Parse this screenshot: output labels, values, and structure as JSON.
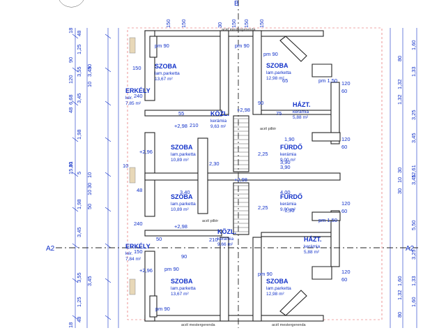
{
  "section_labels": {
    "left": "A2",
    "right": "A2",
    "top": "B"
  },
  "beams": {
    "top": "acél mestergerenda",
    "bottom": "acél mestergerenda",
    "pillar": "acél pillér"
  },
  "rooms": [
    {
      "id": "szoba-tl",
      "name": "SZOBA",
      "floor": "lam.parketta",
      "area": "13,67 m²"
    },
    {
      "id": "szoba-tr",
      "name": "SZOBA",
      "floor": "lam.parketta",
      "area": "12,98 m²"
    },
    {
      "id": "erkely-t",
      "name": "ERKÉLY",
      "floor": "kér.",
      "area": "7,85 m²"
    },
    {
      "id": "kozl-t",
      "name": "KÖZL.",
      "floor": "kerámia",
      "area": "9,63 m²"
    },
    {
      "id": "haztart-t",
      "name": "HÁZT.",
      "floor": "kerámia",
      "area": "5,88 m²"
    },
    {
      "id": "szoba-ml",
      "name": "SZOBA",
      "floor": "lam.parketta",
      "area": "10,89 m²"
    },
    {
      "id": "furdo-t",
      "name": "FÜRDŐ",
      "floor": "kerámia",
      "area": "9,00 m²"
    },
    {
      "id": "szoba-ml2",
      "name": "SZOBA",
      "floor": "lam.parketta",
      "area": "10,89 m²"
    },
    {
      "id": "furdo-b",
      "name": "FÜRDŐ",
      "floor": "kerámia",
      "area": "9,00 m²"
    },
    {
      "id": "kozl-b",
      "name": "KÖZL.",
      "floor": "kerámia",
      "area": "9,66 m²"
    },
    {
      "id": "haztart-b",
      "name": "HÁZT.",
      "floor": "kerámia",
      "area": "5,88 m²"
    },
    {
      "id": "erkely-b",
      "name": "ERKÉLY",
      "floor": "kér.",
      "area": "7,84 m²"
    },
    {
      "id": "szoba-bl",
      "name": "SZOBA",
      "floor": "lam.parketta",
      "area": "13,67 m²"
    },
    {
      "id": "szoba-br",
      "name": "SZOBA",
      "floor": "lam.parketta",
      "area": "12,98 m²"
    }
  ],
  "levels": [
    "+2,98",
    "+2,98",
    "+2,96",
    "+2,98",
    "+2,96",
    "+2,98"
  ],
  "left_chain_outer": [
    "48",
    "1,25",
    "3,55",
    "3,45",
    "1,98",
    "5",
    "1,98",
    "3,45",
    "3,55",
    "1,25",
    "48"
  ],
  "left_chain_mid": [
    "18",
    "90",
    "120",
    "48",
    "6,68",
    "10",
    "15,81",
    "18"
  ],
  "left_chain_inner": [
    "3,45",
    "10",
    "30",
    "50",
    "10",
    "30",
    "10",
    "3,45"
  ],
  "right_chain_outer": [
    "1,60",
    "1,33",
    "3,25",
    "3,45",
    "12,61",
    "3,45",
    "5,50",
    "3,25",
    "1,33",
    "1,60"
  ],
  "right_chain_mid": [
    "80",
    "1,32",
    "1,32",
    "30",
    "10",
    "30",
    "1,60",
    "1,32",
    "80"
  ],
  "top_dims": [
    "150",
    "150",
    "150",
    "150",
    "30",
    "150"
  ],
  "misc_dims": [
    "pm 90",
    "pm 90",
    "pm 90",
    "pm 90",
    "pm 1,50",
    "pm 1,50",
    "pm 90",
    "pm 90",
    "3,40",
    "4,00",
    "3,90",
    "3,90",
    "2,30",
    "2,25",
    "2,25",
    "10",
    "48",
    "1,90",
    "1,90",
    "150",
    "240",
    "240",
    "150",
    "120",
    "60",
    "120",
    "60",
    "120",
    "60",
    "120",
    "60",
    "90",
    "210",
    "210",
    "90",
    "50",
    "55",
    "75",
    "65"
  ]
}
